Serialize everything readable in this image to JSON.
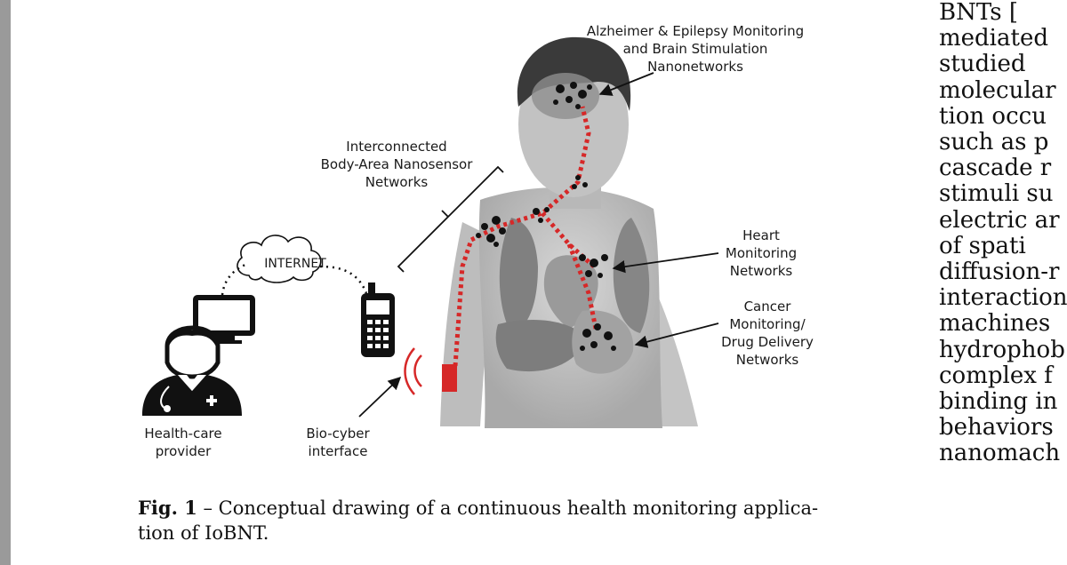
{
  "figure": {
    "labels": {
      "alzheimer": "Alzheimer & Epilepsy Monitoring\nand Brain Stimulation\nNanonetworks",
      "interconnected": "Interconnected\nBody-Area Nanosensor\nNetworks",
      "internet": "INTERNET",
      "heart": "Heart\nMonitoring\nNetworks",
      "cancer": "Cancer\nMonitoring/\nDrug Delivery\nNetworks",
      "provider": "Health-care\nprovider",
      "biocyber": "Bio-cyber\ninterface"
    },
    "colors": {
      "accent": "#d62828",
      "dots": "#111111"
    }
  },
  "caption": {
    "prefix": "Fig. 1",
    "text": " – Conceptual drawing of a continuous health monitoring applica-\ntion of IoBNT."
  },
  "body_text": [
    "BNTs    [",
    "mediated",
    "studied",
    "molecular",
    "tion occu",
    "such as p",
    "cascade r",
    "stimuli su",
    "electric ar",
    "of   spati",
    "diffusion-r",
    "interaction",
    "machines",
    "hydrophob",
    "complex f",
    "binding in",
    "behaviors",
    "nanomach"
  ]
}
